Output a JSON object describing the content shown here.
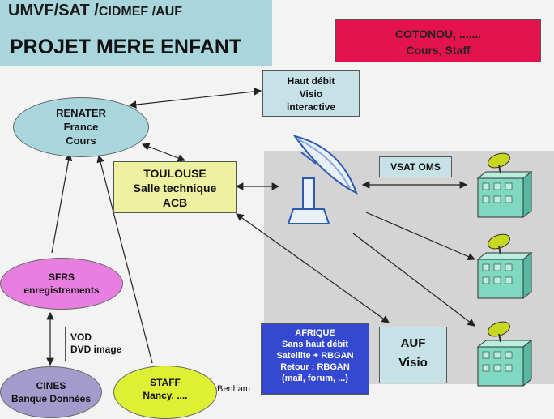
{
  "title": {
    "line1_main": "UMVF/SAT /",
    "line1_small": "CIDMEF /AUF",
    "line2": "PROJET MERE ENFANT"
  },
  "boxes": {
    "cotonou": [
      "COTONOU, .......",
      "Cours, Staff"
    ],
    "haut_debit": [
      "Haut débit",
      "Visio",
      "interactive"
    ],
    "toulouse": [
      "TOULOUSE",
      "Salle technique",
      "ACB"
    ],
    "vsat": "VSAT OMS",
    "vod": [
      "VOD",
      "DVD image"
    ],
    "afrique": [
      "AFRIQUE",
      "Sans haut débit",
      "Satellite + RBGAN",
      "Retour : RBGAN",
      "(mail, forum, ...)"
    ],
    "auf": [
      "AUF",
      "Visio"
    ]
  },
  "ellipses": {
    "renater": [
      "RENATER",
      "France",
      "Cours"
    ],
    "sfrs": [
      "SFRS",
      "enregistrements"
    ],
    "cines": [
      "CINES",
      "Banque Données"
    ],
    "staff": [
      "STAFF",
      "Nancy, ...."
    ]
  },
  "footer_text": "Benham",
  "colors": {
    "title_bg": "#a8d6dc",
    "cotonou_bg": "#e4124d",
    "toulouse_bg": "#eef2a0",
    "afrique_bg": "#3548d0",
    "sfrs_bg": "#e87fe0",
    "cines_bg": "#a39bcb",
    "staff_bg": "#ddf033",
    "building": "#7fd8c0"
  },
  "icons": [
    "satellite-dish-icon",
    "building-dish-icon"
  ]
}
